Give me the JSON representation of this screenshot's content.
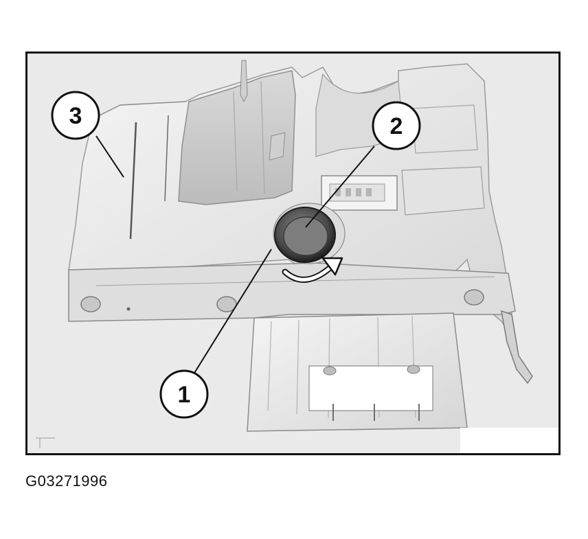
{
  "figure": {
    "figure_id": "G03271996",
    "callouts": [
      {
        "number": "1",
        "target": "rotary-fastener"
      },
      {
        "number": "2",
        "target": "fastener-center"
      },
      {
        "number": "3",
        "target": "panel-edge"
      }
    ],
    "annotation": "rotation-arrow"
  }
}
